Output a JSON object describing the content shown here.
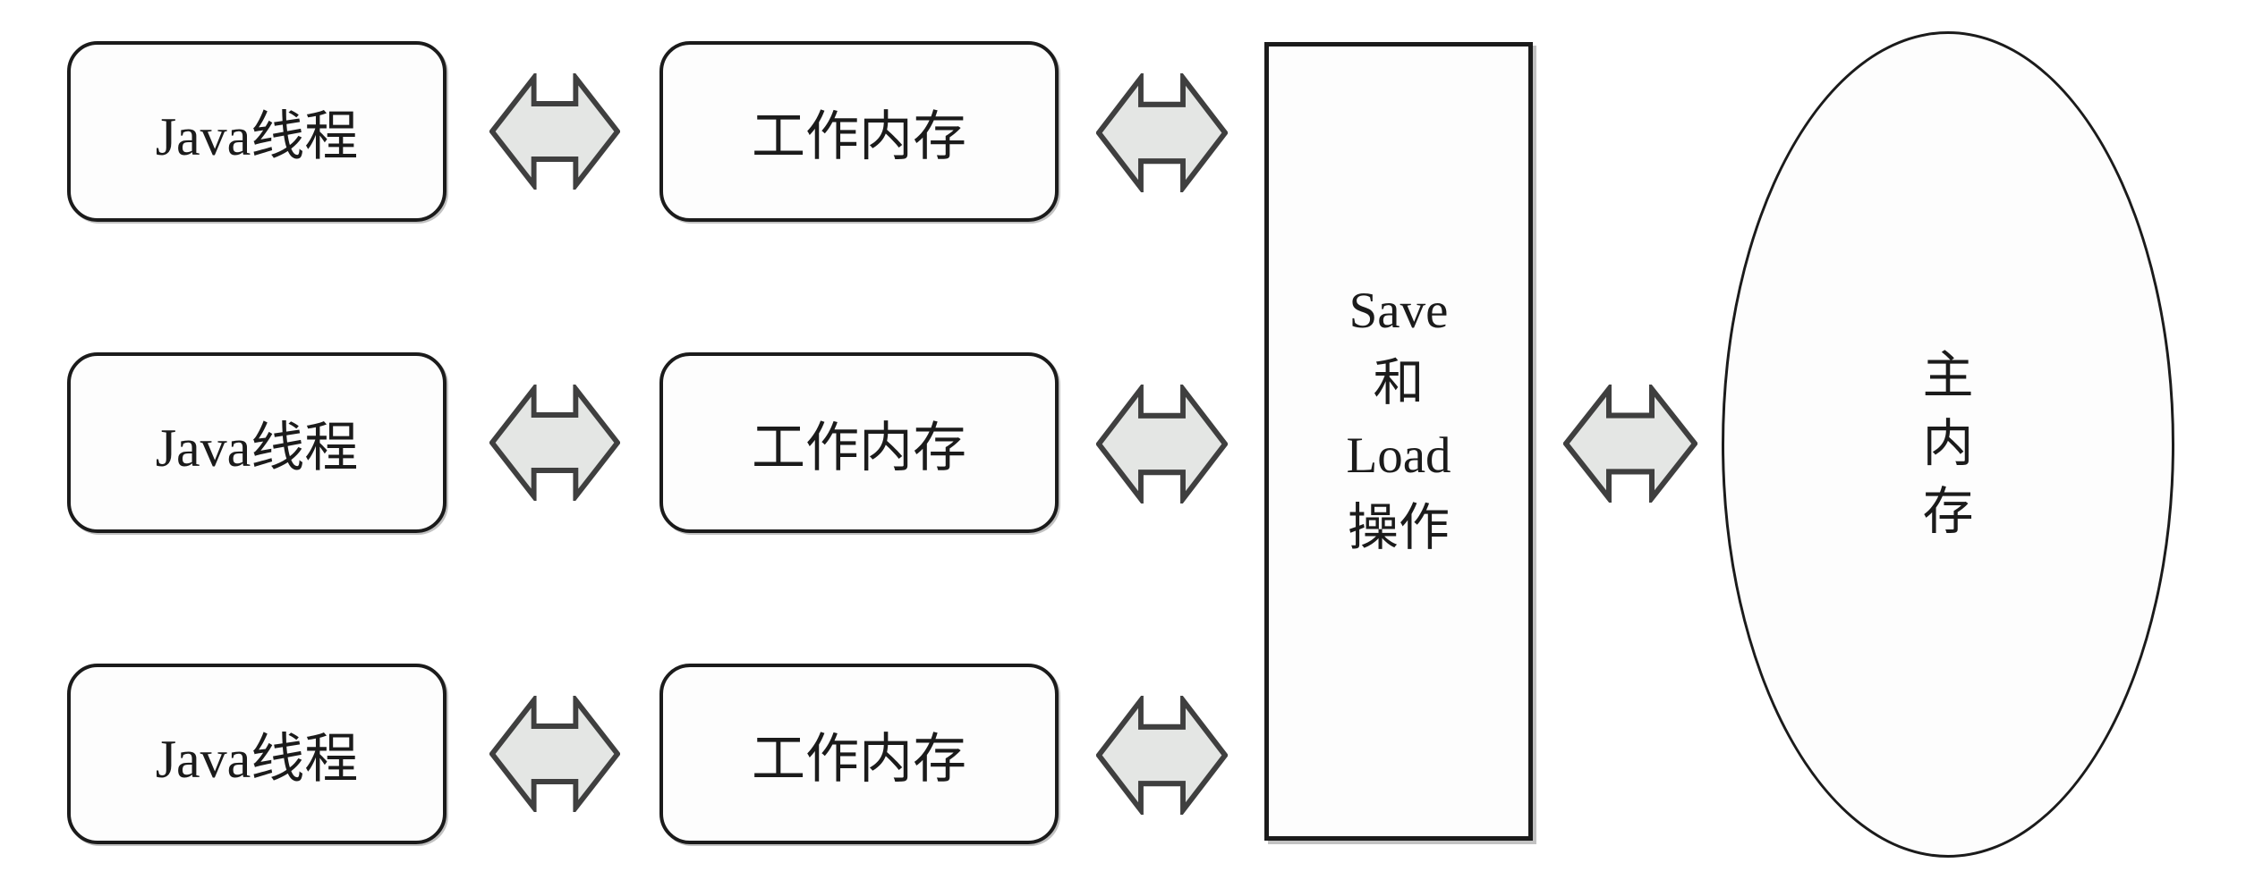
{
  "diagram_title": "Java memory model: threads, working memory, save/load operations, main memory",
  "colors": {
    "background": "#ffffff",
    "stroke": "#1b1b1b",
    "arrow_fill": "#e4e6e4",
    "arrow_stroke": "#3f3f3f"
  },
  "rows": [
    {
      "thread_label": "Java线程",
      "memory_label": "工作内存"
    },
    {
      "thread_label": "Java线程",
      "memory_label": "工作内存"
    },
    {
      "thread_label": "Java线程",
      "memory_label": "工作内存"
    }
  ],
  "save_load_box": {
    "lines": [
      "Save",
      "和",
      "Load",
      "操作"
    ]
  },
  "main_memory": {
    "chars": [
      "主",
      "内",
      "存"
    ]
  }
}
